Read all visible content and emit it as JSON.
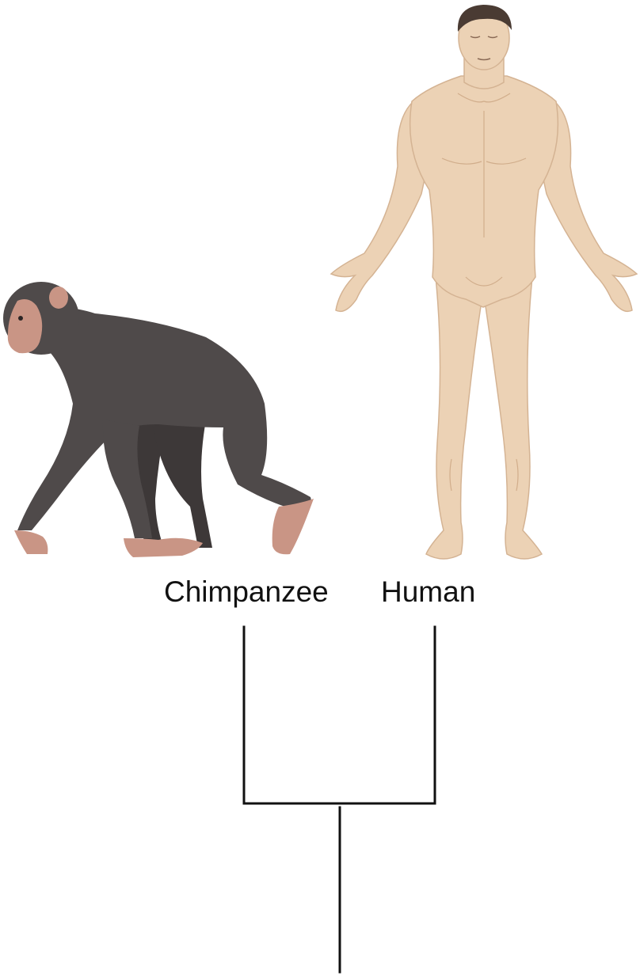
{
  "taxa": [
    {
      "id": "chimpanzee",
      "label": "Chimpanzee",
      "illustration": "chimpanzee-illustration"
    },
    {
      "id": "human",
      "label": "Human",
      "illustration": "human-illustration"
    }
  ],
  "tree": {
    "root": {
      "children": [
        "chimpanzee",
        "human"
      ]
    }
  },
  "colors": {
    "chimp_fur": "#4f4a4a",
    "chimp_fur_dark": "#3d3838",
    "chimp_skin": "#c99585",
    "human_skin": "#ecd2b5",
    "human_skin_shade": "#d9b898",
    "human_hair": "#4a3b33",
    "tree_line": "#111111",
    "label_text": "#111111"
  }
}
